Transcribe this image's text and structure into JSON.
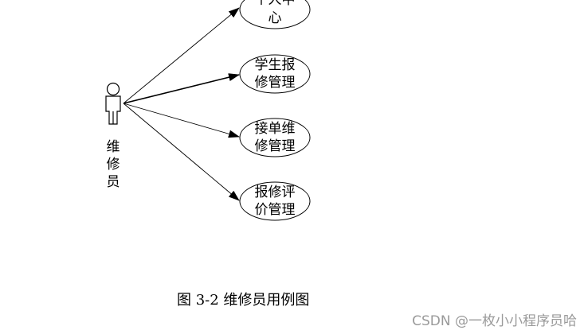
{
  "actor": {
    "label_chars": [
      "维",
      "修",
      "员"
    ]
  },
  "use_cases": [
    {
      "lines": [
        "个人中",
        "心"
      ]
    },
    {
      "lines": [
        "学生报",
        "修管理"
      ]
    },
    {
      "lines": [
        "接单维",
        "修管理"
      ]
    },
    {
      "lines": [
        "报修评",
        "价管理"
      ]
    }
  ],
  "caption": "图 3-2 维修员用例图",
  "watermark": "CSDN @一枚小小程序员哈"
}
